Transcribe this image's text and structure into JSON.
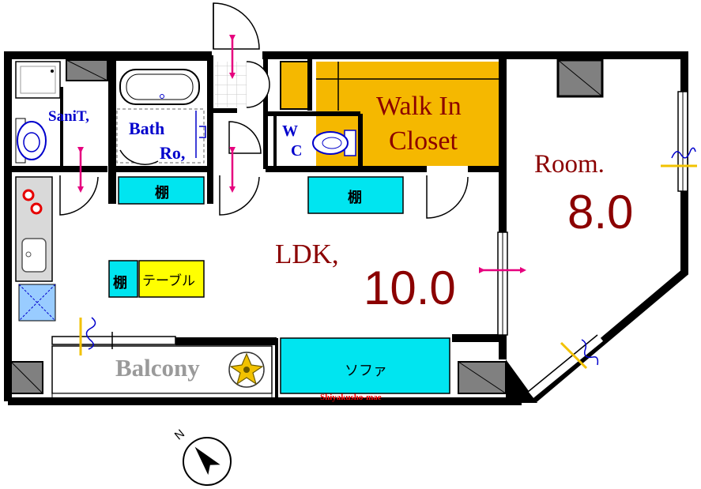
{
  "rooms": {
    "sanitary": "SaniT,",
    "bath_line1": "Bath",
    "bath_line2": "Ro,",
    "wc_line1": "W",
    "wc_line2": "C",
    "walk_in_line1": "Walk In",
    "walk_in_line2": "Closet",
    "room_name": "Room.",
    "room_size": "8.0",
    "ldk_name": "LDK,",
    "ldk_size": "10.0",
    "balcony": "Balcony"
  },
  "furniture": {
    "shelf": "棚",
    "table": "テーブル",
    "sofa": "ソファ"
  },
  "station": "Shiyakusho-mae",
  "compass": "N",
  "colors": {
    "wall": "#000000",
    "room_label": "#8b0000",
    "blue_label": "#0000cc",
    "closet": "#f5b800",
    "shelf": "#00e5f0",
    "table": "#ffff00",
    "door_arrow": "#e6007e",
    "window_mark": "#f2c200",
    "pillar": "#808080",
    "station_text": "#ff0000"
  }
}
